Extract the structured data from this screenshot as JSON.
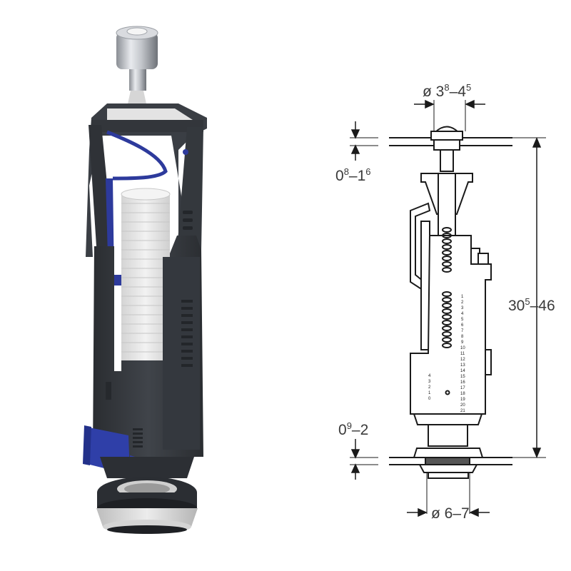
{
  "product_image": {
    "subject": "Dual flush valve cutaway render",
    "colors": {
      "housing": "#3b3f45",
      "housing_dark": "#2c2f34",
      "chrome": "#b8bcc2",
      "float_tube": "#e6e6e6",
      "blue_parts": "#2d3a9c",
      "seal": "#d8d8d8"
    }
  },
  "technical_drawing": {
    "dimensions": {
      "button_diameter": {
        "prefix": "ø 3",
        "sup1": "8",
        "mid": "–4",
        "sup2": "5"
      },
      "top_plate_thickness": {
        "prefix": "0",
        "sup1": "8",
        "mid": "–1",
        "sup2": "6"
      },
      "total_height": {
        "prefix": "30",
        "sup1": "5",
        "mid": "–46",
        "sup2": ""
      },
      "bottom_plate_thickness": {
        "prefix": "0",
        "sup1": "9",
        "mid": "–2",
        "sup2": ""
      },
      "outlet_diameter": {
        "prefix": "ø 6–7",
        "sup1": "",
        "mid": "",
        "sup2": ""
      }
    },
    "main_scale": [
      "1",
      "2",
      "3",
      "4",
      "5",
      "6",
      "7",
      "8",
      "9",
      "10",
      "11",
      "12",
      "13",
      "14",
      "15",
      "16",
      "17",
      "18",
      "19",
      "20",
      "21"
    ],
    "side_scale": [
      "4",
      "3",
      "2",
      "1",
      "0"
    ],
    "line_color": "#1a1a1a"
  }
}
